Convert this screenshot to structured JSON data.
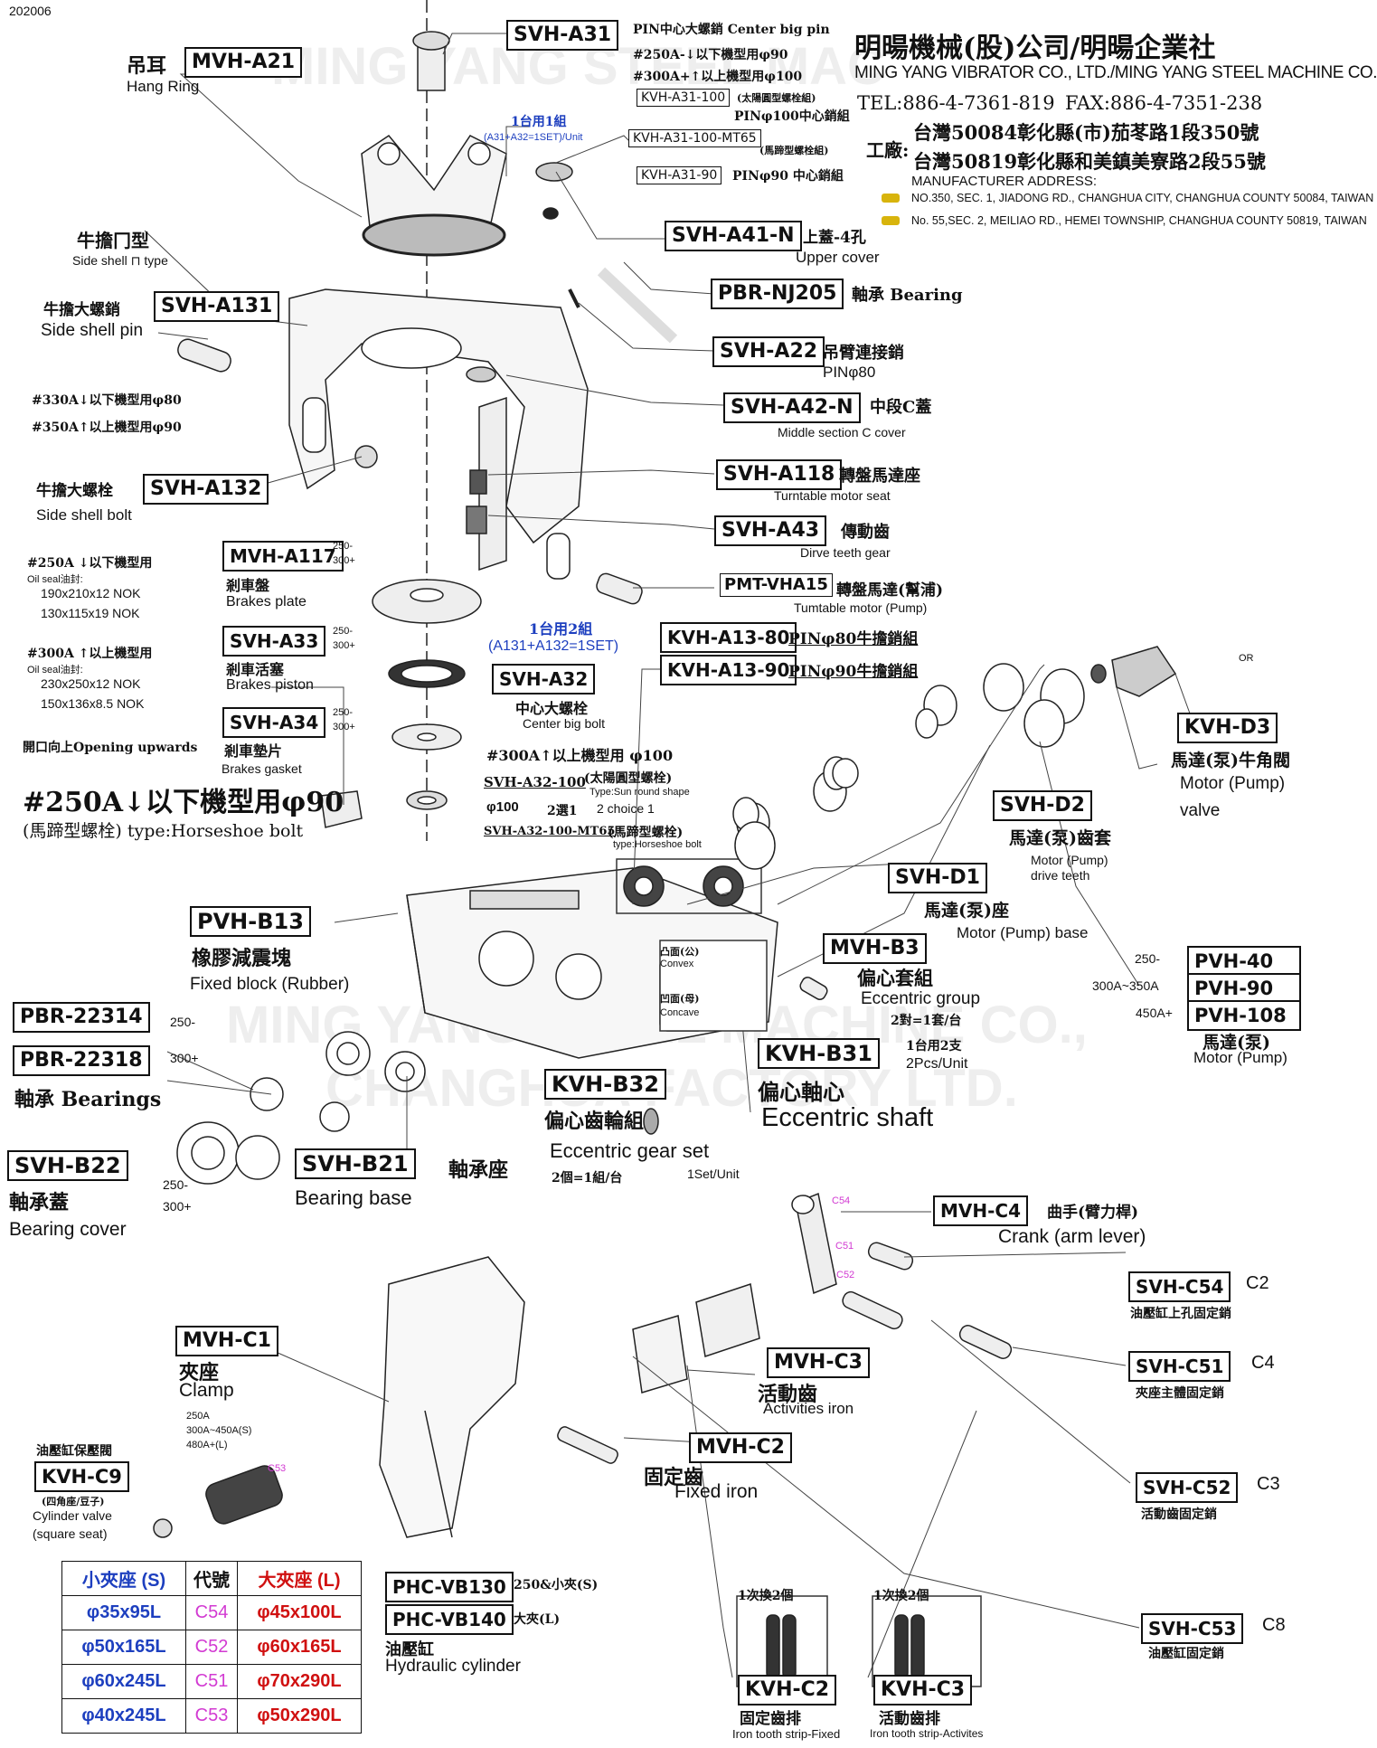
{
  "doc_code": "202006",
  "company": {
    "cn_name": "明暘機械(股)公司/明暘企業社",
    "en_name": "MING YANG VIBRATOR CO., LTD./MING YANG STEEL MACHINE CO.",
    "tel": "TEL:886-4-7361-819",
    "fax": "FAX:886-4-7351-238",
    "factory_label": "工廠:",
    "addr1_cn": "台灣50084彰化縣(市)茄苳路1段350號",
    "addr2_cn": "台灣50819彰化縣和美鎮美寮路2段55號",
    "addr_title": "MANUFACTURER ADDRESS:",
    "addr1_en": "NO.350, SEC. 1, JIADONG RD., CHANGHUA CITY, CHANGHUA COUNTY 50084, TAIWAN",
    "addr2_en": "No. 55,SEC. 2, MEILIAO RD., HEMEI TOWNSHIP, CHANGHUA COUNTY 50819, TAIWAN"
  },
  "watermark": {
    "line1": "MING YANG STEEL MAC",
    "line2": "MING YANG STEEL MACHINE CO.,",
    "line3": "CHANGHUA FACTORY LTD.",
    "cn": "明暘機械"
  },
  "parts": {
    "svh_a31": {
      "code": "SVH-A31",
      "desc1": "PIN中心大螺銷 Center big pin",
      "desc2": "#250A-↓以下機型用φ90",
      "desc3": "#300A+↑以上機型用φ100"
    },
    "kvh_a31_100": {
      "code": "KVH-A31-100",
      "note": "(太陽圓型螺栓組)",
      "note2": "PINφ100中心銷組"
    },
    "kvh_a31_100_mt65": {
      "code": "KVH-A31-100-MT65",
      "note": "(馬蹄型螺栓組)"
    },
    "kvh_a31_90": {
      "code": "KVH-A31-90",
      "note": "PINφ90 中心銷組"
    },
    "set_note_a31": {
      "cn": "1台用1組",
      "en": "(A31+A32=1SET)/Unit"
    },
    "mvh_a21": {
      "code": "MVH-A21",
      "cn": "吊耳",
      "en": "Hang Ring"
    },
    "svh_a41": {
      "code": "SVH-A41-N",
      "cn": "上蓋-4孔",
      "en": "Upper cover"
    },
    "pbr_nj205": {
      "code": "PBR-NJ205",
      "cn": "軸承 Bearing"
    },
    "side_shell": {
      "cn": "牛擔冂型",
      "en": "Side shell ⊓ type"
    },
    "svh_a131": {
      "code": "SVH-A131",
      "cn": "牛擔大螺銷",
      "en": "Side shell pin"
    },
    "a131_note": {
      "l1": "#330A↓以下機型用φ80",
      "l2": "#350A↑以上機型用φ90"
    },
    "svh_a22": {
      "code": "SVH-A22",
      "cn": "吊臂連接銷",
      "en": "PINφ80"
    },
    "svh_a42": {
      "code": "SVH-A42-N",
      "cn": "中段C蓋",
      "en": "Middle section C cover"
    },
    "svh_a118": {
      "code": "SVH-A118",
      "cn": "轉盤馬達座",
      "en": "Turntable motor seat"
    },
    "svh_a132": {
      "code": "SVH-A132",
      "cn": "牛擔大螺栓",
      "en": "Side shell bolt"
    },
    "svh_a43": {
      "code": "SVH-A43",
      "cn": "傳動齒",
      "en": "Dirve teeth gear"
    },
    "pmt_vha15": {
      "code": "PMT-VHA15",
      "cn": "轉盤馬達(幫浦)",
      "en": "Tumtable motor (Pump)"
    },
    "seal250": {
      "t": "#250A ↓以下機型用",
      "s": "Oil seal油封:",
      "l1": "190x210x12 NOK",
      "l2": "130x115x19 NOK"
    },
    "mvh_a117": {
      "code": "MVH-A117",
      "r1": "250-",
      "r2": "300+",
      "cn": "剎車盤",
      "en": "Brakes plate"
    },
    "seal300": {
      "t": "#300A ↑以上機型用",
      "s": "Oil seal油封:",
      "l1": "230x250x12 NOK",
      "l2": "150x136x8.5 NOK"
    },
    "svh_a33": {
      "code": "SVH-A33",
      "r1": "250-",
      "r2": "300+",
      "cn": "剎車活塞",
      "en": "Brakes piston"
    },
    "set_note_a13": {
      "cn": "1台用2組",
      "en": "(A131+A132=1SET)"
    },
    "kvh_a13_80": {
      "code": "KVH-A13-80",
      "note": "PINφ80牛擔銷組"
    },
    "kvh_a13_90": {
      "code": "KVH-A13-90",
      "note": "PINφ90牛擔銷組"
    },
    "svh_a32": {
      "code": "SVH-A32",
      "cn": "中心大螺栓",
      "en": "Center big bolt"
    },
    "svh_a34": {
      "code": "SVH-A34",
      "r1": "250-",
      "r2": "300+",
      "cn": "剎車墊片",
      "en": "Brakes gasket"
    },
    "opening": {
      "text": "開口向上Opening upwards"
    },
    "horseshoe": {
      "big": "#250A↓以下機型用φ90",
      "sub": "(馬蹄型螺栓) type:Horseshoe bolt"
    },
    "a32_options": {
      "t": "#300A↑以上機型用 φ100",
      "c1": "SVH-A32-100",
      "n1": "(太陽圓型螺栓)",
      "n1en": "Type:Sun round shape",
      "phi": "φ100",
      "choice": "2選1",
      "choice_en": "2 choice 1",
      "c2": "SVH-A32-100-MT65",
      "n2": "(馬蹄型螺栓)",
      "n2en": "type:Horseshoe bolt"
    },
    "kvh_d3": {
      "code": "KVH-D3",
      "cn": "馬達(泵)牛角閥",
      "en1": "Motor (Pump)",
      "en2": "valve",
      "or": "OR"
    },
    "svh_d2": {
      "code": "SVH-D2",
      "cn": "馬達(泵)齒套",
      "en1": "Motor (Pump)",
      "en2": "drive teeth"
    },
    "svh_d1": {
      "code": "SVH-D1",
      "cn": "馬達(泵)座",
      "en": "Motor (Pump) base"
    },
    "pvh_b13": {
      "code": "PVH-B13",
      "cn": "橡膠減震塊",
      "en": "Fixed block (Rubber)"
    },
    "mvh_b3": {
      "code": "MVH-B3",
      "cn": "偏心套組",
      "en": "Eccentric group",
      "note": "2對=1套/台"
    },
    "convex": {
      "cn": "凸面(公)",
      "en": "Convex"
    },
    "concave": {
      "cn": "凹面(母)",
      "en": "Concave"
    },
    "pvh_motor": {
      "r1": "250-",
      "c1": "PVH-40",
      "r2": "300A~350A",
      "c2": "PVH-90",
      "r3": "450A+",
      "c3": "PVH-108",
      "cn": "馬達(泵)",
      "en": "Motor (Pump)"
    },
    "pbr_22314": {
      "code": "PBR-22314",
      "r": "250-"
    },
    "pbr_22318": {
      "code": "PBR-22318",
      "r": "300+",
      "cn": "軸承 Bearings"
    },
    "kvh_b31": {
      "code": "KVH-B31",
      "note1": "1台用2支",
      "note2": "2Pcs/Unit",
      "cn": "偏心軸心",
      "en": "Eccentric shaft"
    },
    "kvh_b32": {
      "code": "KVH-B32",
      "cn": "偏心齒輪組",
      "en": "Eccentric gear set",
      "note1": "2個=1組/台",
      "note2": "1Set/Unit"
    },
    "svh_b22": {
      "code": "SVH-B22",
      "r1": "250-",
      "r2": "300+",
      "cn": "軸承蓋",
      "en": "Bearing cover"
    },
    "svh_b21": {
      "code": "SVH-B21",
      "cn": "軸承座",
      "en": "Bearing base"
    },
    "mvh_c4": {
      "code": "MVH-C4",
      "cn": "曲手(臂力桿)",
      "en": "Crank (arm lever)"
    },
    "svh_c54": {
      "code": "SVH-C54",
      "size": "C2",
      "cn": "油壓缸上孔固定銷"
    },
    "svh_c51": {
      "code": "SVH-C51",
      "size": "C4",
      "cn": "夾座主體固定銷"
    },
    "svh_c52": {
      "code": "SVH-C52",
      "size": "C3",
      "cn": "活動齒固定銷"
    },
    "svh_c53": {
      "code": "SVH-C53",
      "size": "C8",
      "cn": "油壓缸固定銷"
    },
    "mvh_c1": {
      "code": "MVH-C1",
      "cn": "夾座",
      "en": "Clamp",
      "n1": "250A",
      "n2": "300A~450A(S)",
      "n3": "480A+(L)"
    },
    "mvh_c3": {
      "code": "MVH-C3",
      "cn": "活動齒",
      "en": "Activities iron"
    },
    "mvh_c2": {
      "code": "MVH-C2",
      "cn": "固定齒",
      "en": "Fixed iron"
    },
    "kvh_c9": {
      "code": "KVH-C9",
      "top": "油壓缸保壓閥",
      "cn": "(四角座/豆子)",
      "en1": "Cylinder valve",
      "en2": "(square seat)"
    },
    "pin_marks": {
      "c54": "C54",
      "c51": "C51",
      "c52": "C52",
      "c53": "C53"
    },
    "phc_vb130": {
      "code": "PHC-VB130",
      "note": "250&小夾(S)"
    },
    "phc_vb140": {
      "code": "PHC-VB140",
      "note": "大夾(L)",
      "cn": "油壓缸",
      "en": "Hydraulic cylinder"
    },
    "kvh_c2": {
      "code": "KVH-C2",
      "top": "1次換2個",
      "cn": "固定齒排",
      "en": "Iron tooth strip-Fixed"
    },
    "kvh_c3": {
      "code": "KVH-C3",
      "top": "1次換2個",
      "cn": "活動齒排",
      "en": "Iron tooth strip-Activites"
    }
  },
  "spec_table": {
    "headers": [
      "小夾座 (S)",
      "代號",
      "大夾座 (L)"
    ],
    "rows": [
      [
        "φ35x95L",
        "C54",
        "φ45x100L"
      ],
      [
        "φ50x165L",
        "C52",
        "φ60x165L"
      ],
      [
        "φ60x245L",
        "C51",
        "φ70x290L"
      ],
      [
        "φ40x245L",
        "C53",
        "φ50x290L"
      ]
    ]
  },
  "colors": {
    "blue": "#1d3fbf",
    "magenta": "#d23ad2",
    "red": "#d01010"
  }
}
